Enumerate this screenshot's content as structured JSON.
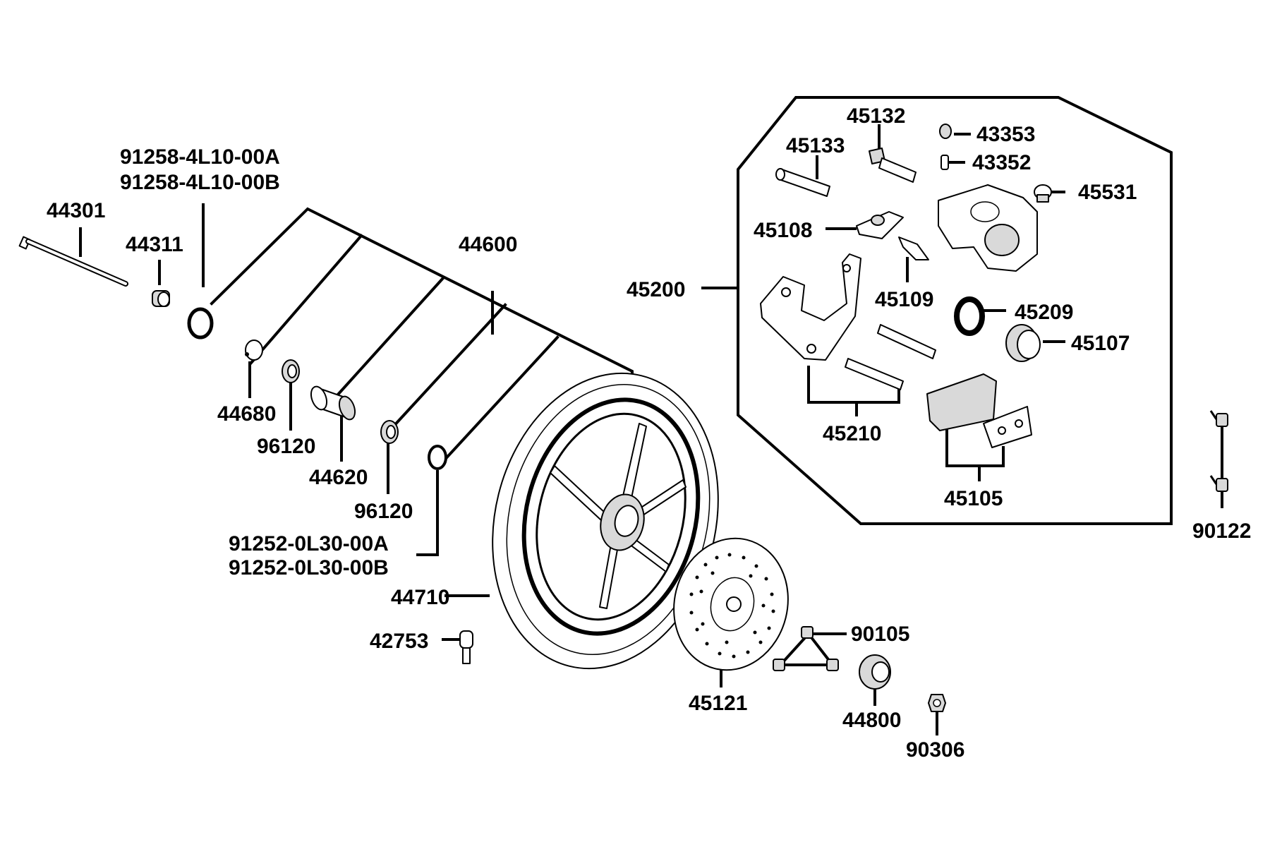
{
  "labels": {
    "p44301": "44301",
    "p44311": "44311",
    "p91258a": "91258-4L10-00A",
    "p91258b": "91258-4L10-00B",
    "p44600": "44600",
    "p44680": "44680",
    "p96120a": "96120",
    "p44620": "44620",
    "p96120b": "96120",
    "p91252a": "91252-0L30-00A",
    "p91252b": "91252-0L30-00B",
    "p44710": "44710",
    "p42753": "42753",
    "p45121": "45121",
    "p90105": "90105",
    "p44800": "44800",
    "p90306": "90306",
    "p45200": "45200",
    "p45132": "45132",
    "p45133": "45133",
    "p43353": "43353",
    "p43352": "43352",
    "p45531": "45531",
    "p45108": "45108",
    "p45109": "45109",
    "p45209": "45209",
    "p45107": "45107",
    "p45210": "45210",
    "p45105": "45105",
    "p90122": "90122"
  }
}
